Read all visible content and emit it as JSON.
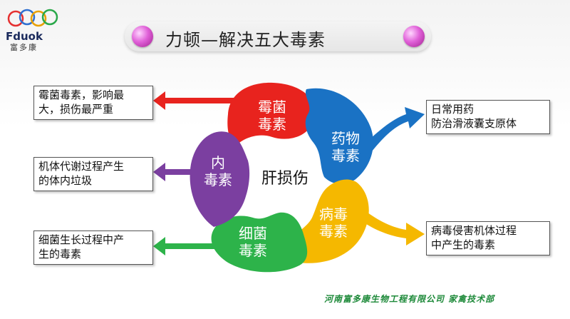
{
  "logo": {
    "brand": "Fduok",
    "sub": "富多康"
  },
  "title": "力顿—解决五大毒素",
  "center": "肝损伤",
  "petals": [
    {
      "id": "mold",
      "lines": [
        "霉菌",
        "毒素"
      ],
      "color": "#e8231e"
    },
    {
      "id": "drug",
      "lines": [
        "药物",
        "毒素"
      ],
      "color": "#1a72c4"
    },
    {
      "id": "virus",
      "lines": [
        "病毒",
        "毒素"
      ],
      "color": "#f5b800"
    },
    {
      "id": "bacteria",
      "lines": [
        "细菌",
        "毒素"
      ],
      "color": "#2db34a"
    },
    {
      "id": "internal",
      "lines": [
        "内",
        "毒素"
      ],
      "color": "#7b3fa0"
    }
  ],
  "boxes": {
    "mold": [
      "霉菌毒素，影响最",
      "大，损伤最严重"
    ],
    "internal": [
      "机体代谢过程产生",
      "的体内垃圾"
    ],
    "bacteria": [
      "细菌生长过程中产",
      "生的毒素"
    ],
    "drug": [
      "日常用药",
      "防治滑液囊支原体"
    ],
    "virus": [
      "病毒侵害机体过程",
      "中产生的毒素"
    ]
  },
  "footer": "河南富多康生物工程有限公司    家禽技术部"
}
